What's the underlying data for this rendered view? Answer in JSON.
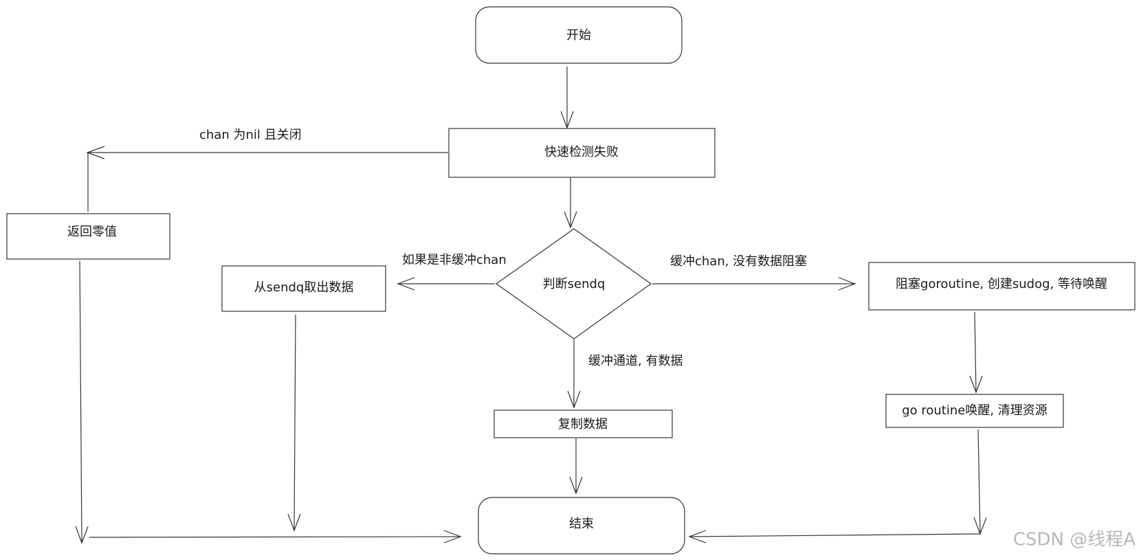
{
  "nodes": {
    "start": "开始",
    "fast_check_failed": "快速检测失败",
    "return_zero": "返回零值",
    "judge_sendq": "判断sendq",
    "take_from_sendq": "从sendq取出数据",
    "block_goroutine": "阻塞goroutine, 创建sudog, 等待唤醒",
    "copy_data": "复制数据",
    "goroutine_wakeup": "go routine唤醒, 清理资源",
    "end": "结束"
  },
  "edges": {
    "nil_closed": "chan 为nil 且关闭",
    "unbuffered": "如果是非缓冲chan",
    "buffered_no_data": "缓冲chan, 没有数据阻塞",
    "buffered_has_data": "缓冲通道, 有数据"
  },
  "watermark": "CSDN @线程A"
}
